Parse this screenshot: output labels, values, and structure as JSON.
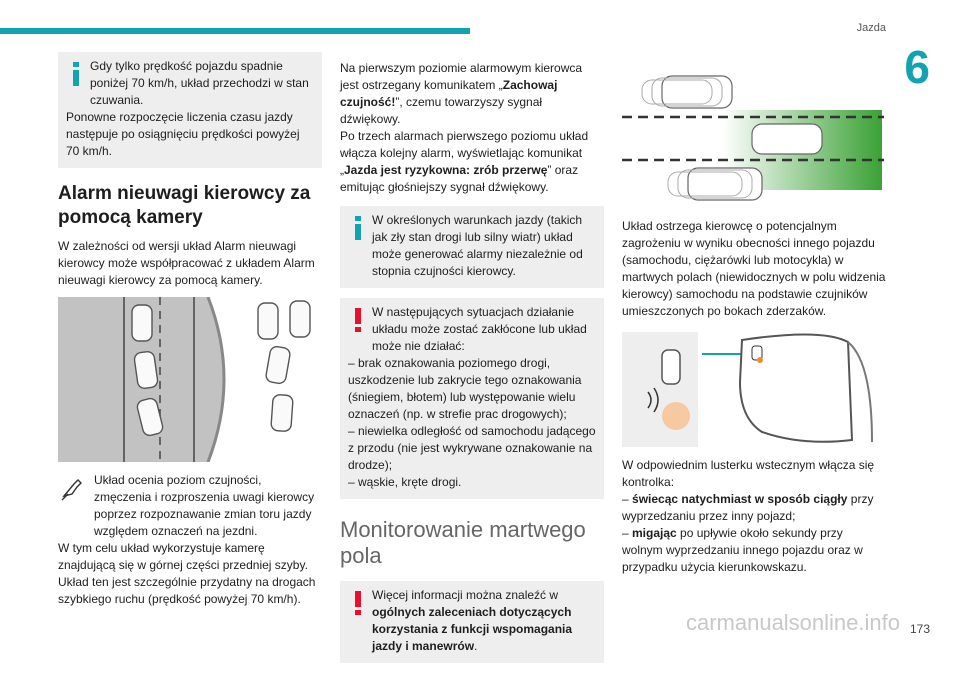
{
  "header": {
    "section_title": "Jazda",
    "chapter_number": "6",
    "page_number": "173"
  },
  "col1": {
    "note1": [
      "Gdy tylko prędkość pojazdu spadnie poniżej 70 km/h, układ przechodzi w stan czuwania.",
      "Ponowne rozpoczęcie liczenia czasu jazdy następuje po osiągnięciu prędkości powyżej 70 km/h."
    ],
    "heading": "Alarm nieuwagi kierowcy za pomocą kamery",
    "intro": "W zależności od wersji układ Alarm nieuwagi kierowcy może współpracować z układem Alarm nieuwagi kierowcy za pomocą kamery.",
    "hand_text": "Układ ocenia poziom czujności, zmęczenia i rozproszenia uwagi kierowcy poprzez rozpoznawanie zmian toru jazdy względem oznaczeń na jezdni.",
    "para2": "W tym celu układ wykorzystuje kamerę znajdującą się w górnej części przedniej szyby.",
    "para3": "Układ ten jest szczególnie przydatny na drogach szybkiego ruchu (prędkość powyżej 70 km/h)."
  },
  "col2": {
    "p1a": "Na pierwszym poziomie alarmowym kierowca jest ostrzegany komunikatem „",
    "p1b": "Zachowaj czujność!",
    "p1c": "”, czemu towarzyszy sygnał dźwiękowy.",
    "p2a": "Po trzech alarmach pierwszego poziomu układ włącza kolejny alarm, wyświetlając komunikat „",
    "p2b": "Jazda jest ryzykowna: zrób przerwę",
    "p2c": "” oraz emitując głośniejszy sygnał dźwiękowy.",
    "note_info": "W określonych warunkach jazdy (takich jak zły stan drogi lub silny wiatr) układ może generować alarmy niezależnie od stopnia czujności kierowcy.",
    "warn_intro": "W następujących sytuacjach działanie układu może zostać zakłócone lub układ może nie działać:",
    "warn_items": [
      "– brak oznakowania poziomego drogi, uszkodzenie lub zakrycie tego oznakowania (śniegiem, błotem) lub występowanie wielu oznaczeń (np. w strefie prac drogowych);",
      "– niewielka odległość od samochodu jadącego z przodu (nie jest wykrywane oznakowanie na drodze);",
      "– wąskie, kręte drogi."
    ],
    "heading": "Monitorowanie martwego pola",
    "note_warn2a": "Więcej informacji można znaleźć w ",
    "note_warn2b": "ogólnych zaleceniach dotyczących korzystania z funkcji wspomagania jazdy i manewrów",
    "note_warn2c": "."
  },
  "col3": {
    "para1": "Układ ostrzega kierowcę o potencjalnym zagrożeniu w wyniku obecności innego pojazdu (samochodu, ciężarówki lub motocykla) w martwych polach (niewidocznych w polu widzenia kierowcy) samochodu na podstawie czujników umieszczonych po bokach zderzaków.",
    "para2": "W odpowiednim lusterku wstecznym włącza się kontrolka:",
    "item1a": "– ",
    "item1b": "świecąc natychmiast w sposób ciągły",
    "item1c": " przy wyprzedzaniu przez inny pojazd;",
    "item2a": "– ",
    "item2b": "migając",
    "item2c": " po upływie około sekundy przy wolnym wyprzedzaniu innego pojazdu oraz w przypadku użycia kierunkowskazu."
  },
  "footer": {
    "watermark": "carmanualsonline.info"
  },
  "colors": {
    "accent": "#12a3b0",
    "warning": "#e8112d",
    "note_bg": "#eeeeee"
  }
}
